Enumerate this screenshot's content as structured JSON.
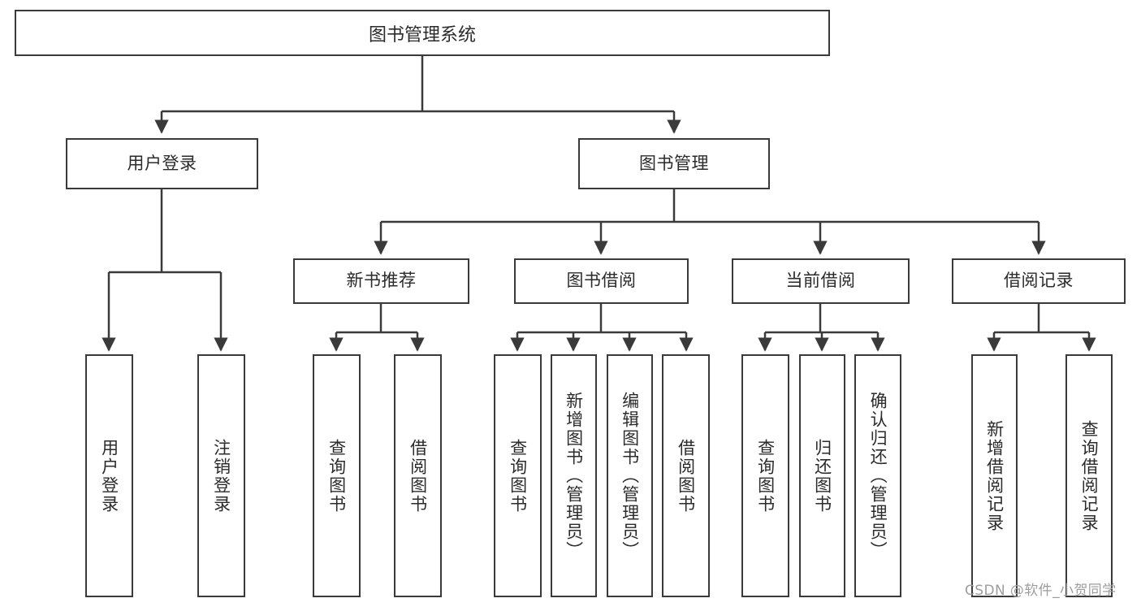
{
  "diagram": {
    "title": "图书管理系统",
    "type": "tree-hierarchy-diagram",
    "root": {
      "label": "图书管理系统"
    },
    "level2": [
      {
        "id": "user-login",
        "label": "用户登录"
      },
      {
        "id": "book-management",
        "label": "图书管理"
      }
    ],
    "level3": [
      {
        "id": "new-book-recommend",
        "label": "新书推荐"
      },
      {
        "id": "book-borrow",
        "label": "图书借阅"
      },
      {
        "id": "current-borrow",
        "label": "当前借阅"
      },
      {
        "id": "borrow-record",
        "label": "借阅记录"
      }
    ],
    "leaves": {
      "user_login": [
        {
          "id": "leaf-user-login",
          "label": "用户登录"
        },
        {
          "id": "leaf-logout",
          "label": "注销登录"
        }
      ],
      "new_book_recommend": [
        {
          "id": "leaf-query-book-1",
          "label": "查询图书"
        },
        {
          "id": "leaf-borrow-book-1",
          "label": "借阅图书"
        }
      ],
      "book_borrow": [
        {
          "id": "leaf-query-book-2",
          "label": "查询图书"
        },
        {
          "id": "leaf-add-book",
          "label": "新增图书（管理员）"
        },
        {
          "id": "leaf-edit-book",
          "label": "编辑图书（管理员）"
        },
        {
          "id": "leaf-borrow-book-2",
          "label": "借阅图书"
        }
      ],
      "current_borrow": [
        {
          "id": "leaf-query-book-3",
          "label": "查询图书"
        },
        {
          "id": "leaf-return-book",
          "label": "归还图书"
        },
        {
          "id": "leaf-confirm-return",
          "label": "确认归还（管理员）"
        }
      ],
      "borrow_record": [
        {
          "id": "leaf-add-record",
          "label": "新增借阅记录"
        },
        {
          "id": "leaf-query-record",
          "label": "查询借阅记录"
        }
      ]
    }
  },
  "watermark": {
    "text": "CSDN @软件_小贺同学"
  },
  "colors": {
    "border": "#3a3a3a",
    "text": "#2b2b2b",
    "background": "#ffffff",
    "watermark": "#9d9d9d"
  }
}
